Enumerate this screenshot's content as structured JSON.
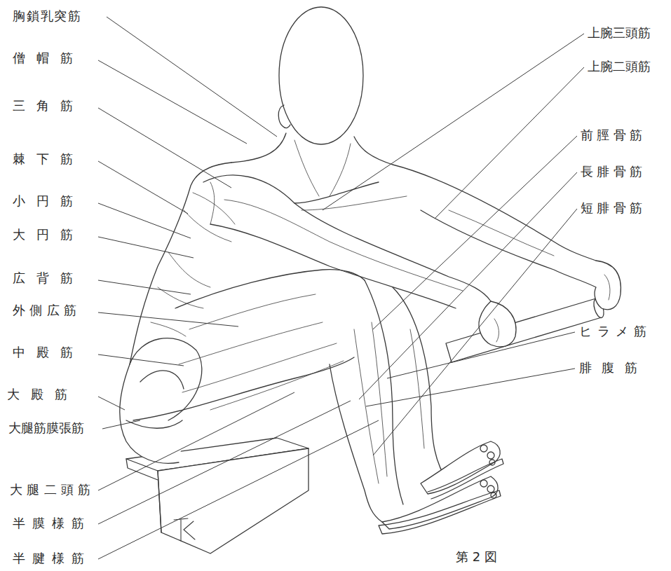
{
  "diagram": {
    "caption": "第 2 図",
    "labels": [
      "胸鎖乳突筋",
      "僧帽筋",
      "三角筋",
      "棘下筋",
      "小円筋",
      "大円筋",
      "広背筋",
      "外側広筋",
      "中殿筋",
      "大殿筋",
      "大腿筋膜張筋",
      "大腿二頭筋",
      "半膜様筋",
      "半腱様筋",
      "上腕三頭筋",
      "上腕二頭筋",
      "前脛骨筋",
      "長腓骨筋",
      "短腓骨筋",
      "ヒラメ筋",
      "腓腹筋"
    ]
  }
}
